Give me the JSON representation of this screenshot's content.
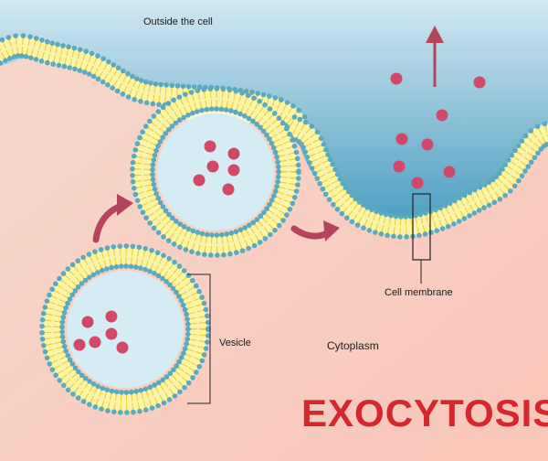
{
  "labels": {
    "outside": "Outside the cell",
    "cell_membrane": "Cell membrane",
    "vesicle": "Vesicle",
    "cytoplasm": "Cytoplasm"
  },
  "title": "EXOCYTOSIS",
  "colors": {
    "title": "#d6262e",
    "arrow": "#b5435c",
    "head_group": "#5aa9be",
    "tail": "#e8d232",
    "lipid_fill": "#fbf4a8",
    "molecule": "#d2486a",
    "vesicle_lumen": "#d6ecf4",
    "outside_top": "#d2e8f2",
    "outside_bottom": "#4e9fc1",
    "cytoplasm_left": "#f6d8cc",
    "cytoplasm_right": "#f9c6b9"
  }
}
